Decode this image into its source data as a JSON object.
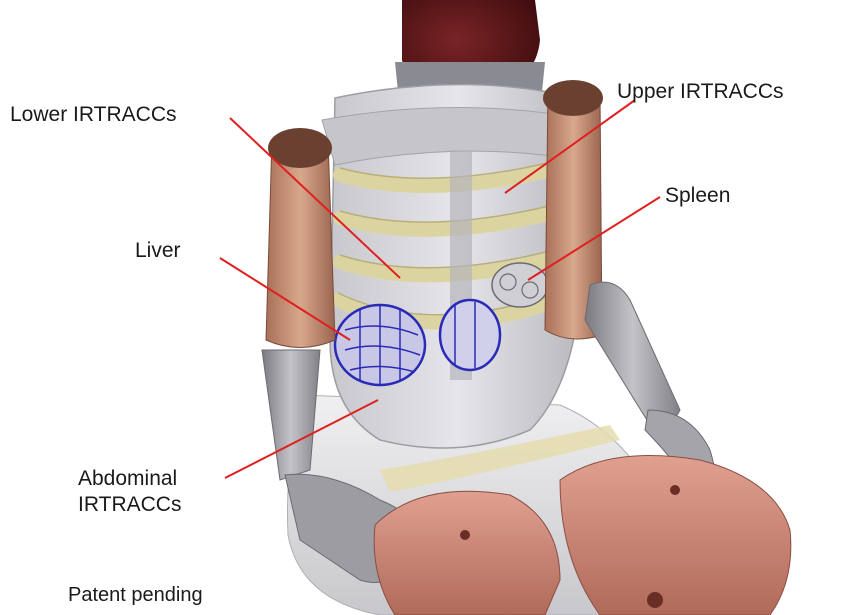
{
  "labels": {
    "lower_irtraccs": "Lower IRTRACCs",
    "upper_irtraccs": "Upper IRTRACCs",
    "spleen": "Spleen",
    "liver": "Liver",
    "abdominal_line1": "Abdominal",
    "abdominal_line2": "IRTRACCs",
    "patent": "Patent pending"
  },
  "colors": {
    "leader_line": "#e02020",
    "head": "#5a1416",
    "skin_arm": "#c89478",
    "skin_leg": "#d48c78",
    "torso": "#d4d4d8",
    "rib": "#e2dcb0",
    "liver": "#2a2ab8",
    "limb_gray": "#9a9aa0"
  }
}
